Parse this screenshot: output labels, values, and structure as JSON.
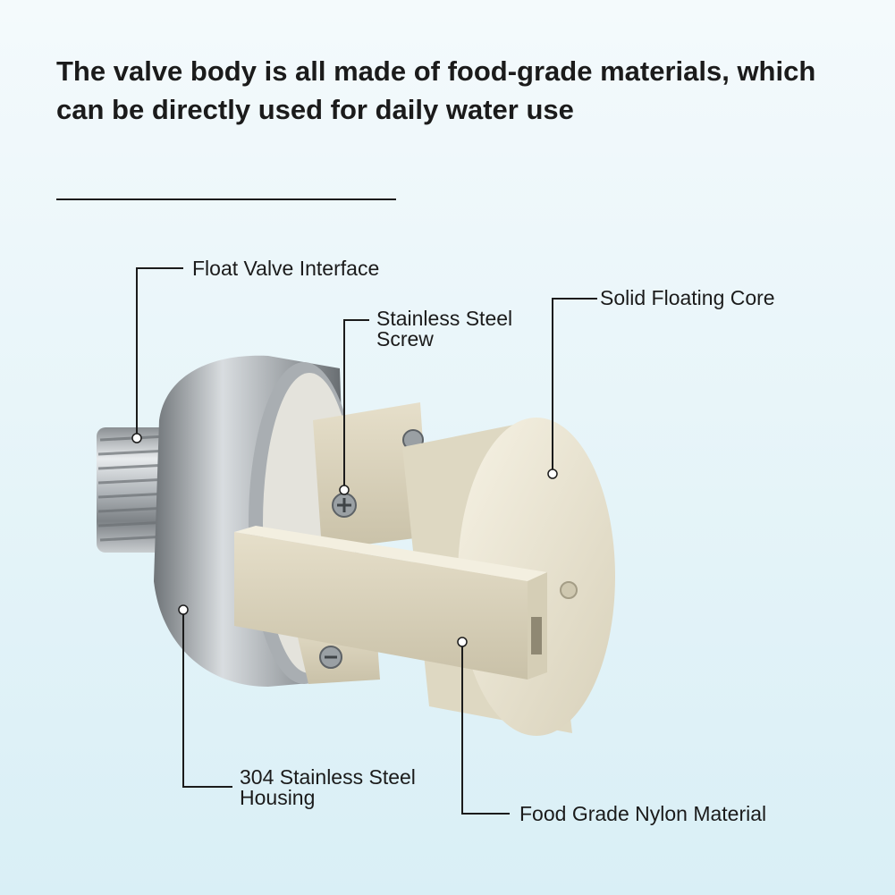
{
  "headline": {
    "line1": "The valve body is all made of food-grade materials, which",
    "line2": "can be directly used for daily water use"
  },
  "callouts": {
    "float_valve_interface": "Float Valve Interface",
    "stainless_steel_screw_line1": "Stainless Steel",
    "stainless_steel_screw_line2": "Screw",
    "solid_floating_core": "Solid Floating Core",
    "housing_line1": "304 Stainless Steel",
    "housing_line2": "Housing",
    "nylon_material": "Food Grade Nylon Material"
  },
  "colors": {
    "background": "#e8f5f9",
    "text": "#1b1b1b",
    "steel": "#b9bdc0",
    "nylon": "#ece6d2"
  }
}
